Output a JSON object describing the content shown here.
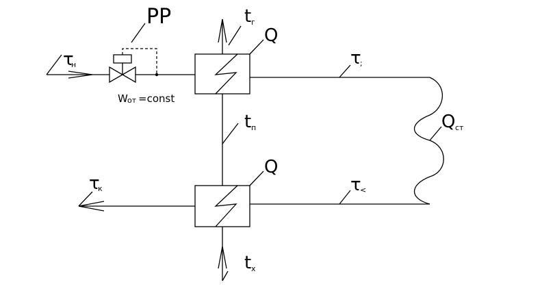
{
  "diagram": {
    "labels": {
      "regulator": "РР",
      "tau_n": "τ",
      "tau_n_sub": "н",
      "t_g": "t",
      "t_g_sub": "г",
      "q_top": "Q",
      "q_top_sub": "",
      "tau_1": "τ",
      "tau_1_sub": ";",
      "w_const_w": "W",
      "w_const_sub": "от",
      "w_const_rest": "=const",
      "t_p": "t",
      "t_p_sub": "п",
      "q_st": "Q",
      "q_st_sub": "ст",
      "q_bottom": "Q",
      "q_bottom_sub": "",
      "tau_k": "τ",
      "tau_k_sub": "к",
      "tau_2": "τ",
      "tau_2_sub": "<",
      "t_x": "t",
      "t_x_sub": "х"
    }
  }
}
